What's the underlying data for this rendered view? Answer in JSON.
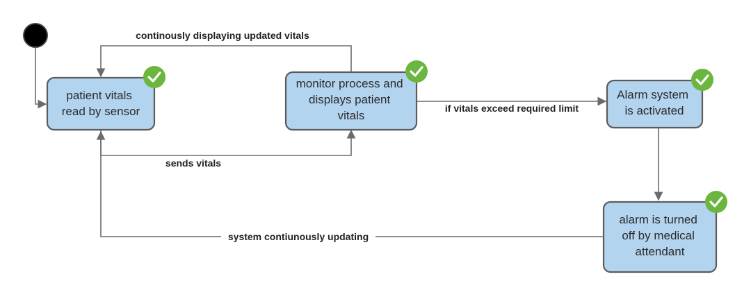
{
  "colors": {
    "state_fill": "#b3d4ef",
    "state_stroke": "#5b5b5b",
    "check_badge": "#6ab63f",
    "edge": "#6b6b6b",
    "initial_node": "#000000"
  },
  "icons": {
    "state_badge": "check-circle-icon",
    "initial_node": "initial-state-dot"
  },
  "states": {
    "sensor": {
      "lines": [
        "patient vitals",
        "read by sensor"
      ]
    },
    "monitor": {
      "lines": [
        "monitor process and",
        "displays patient",
        "vitals"
      ]
    },
    "alarm": {
      "lines": [
        "Alarm system",
        "is activated"
      ]
    },
    "attendant": {
      "lines": [
        "alarm is turned",
        "off by medical",
        "attendant"
      ]
    }
  },
  "transitions": {
    "display_loop": "continously displaying updated vitals",
    "send_vitals": "sends vitals",
    "exceed_limit": "if vitals exceed required limit",
    "updating": "system contiunously updating"
  }
}
